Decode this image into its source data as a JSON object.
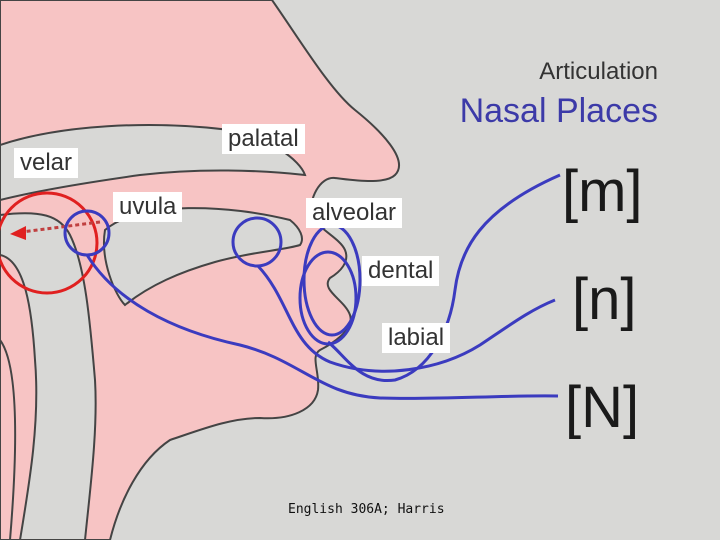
{
  "title": {
    "top": "Articulation",
    "main": "Nasal Places"
  },
  "labels": {
    "velar": "velar",
    "palatal": "palatal",
    "uvula": "uvula",
    "alveolar": "alveolar",
    "dental": "dental",
    "labial": "labial"
  },
  "symbols": [
    "[m]",
    "[n]",
    "[N]"
  ],
  "footer": "English 306A; Harris",
  "colors": {
    "background": "#d8d8d6",
    "tissue": "#f7c4c4",
    "accent_blue": "#3b3bbf",
    "highlight_red": "#e02020",
    "title_blue": "#3c3aa8"
  }
}
